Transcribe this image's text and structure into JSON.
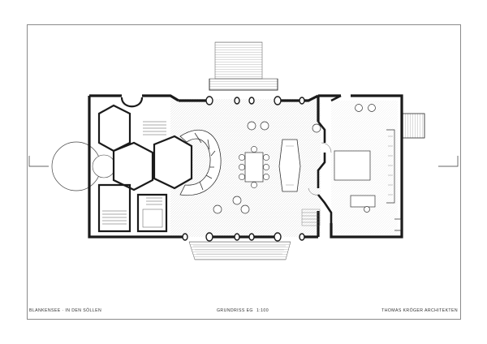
{
  "sheet": {
    "project_label": "BLANKENSEE · IN DEN SÖLLEN",
    "drawing_label": "GRUNDRISS EG",
    "scale_label": "1:100",
    "architect_label": "THOMAS KRÖGER ARCHITEKTEN"
  },
  "colors": {
    "wall": "#1a1a1a",
    "line": "#4a4a4a",
    "hatch": "#b5b5b5",
    "border": "#8a8a8a"
  }
}
